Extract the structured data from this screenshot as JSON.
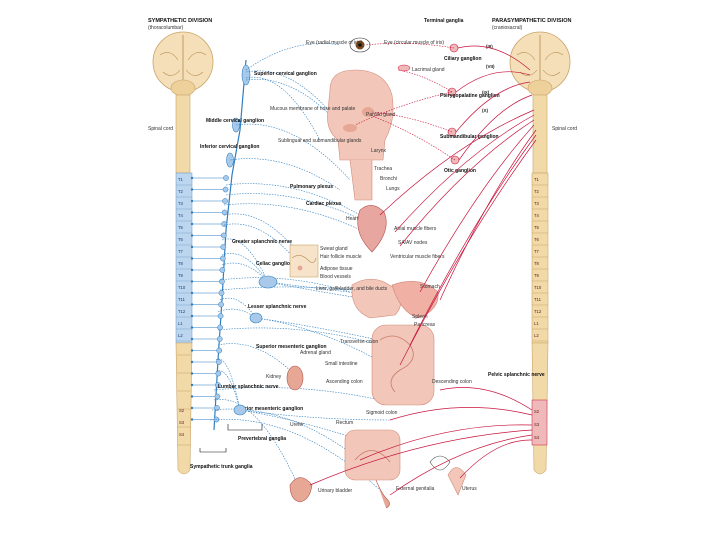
{
  "titles": {
    "symp": "SYMPATHETIC DIVISION",
    "symp_sub": "(thoracolumbar)",
    "para": "PARASYMPATHETIC DIVISION",
    "para_sub": "(craniosacral)"
  },
  "labels": {
    "spinal_cord_left": "Spinal cord",
    "spinal_cord_right": "Spinal cord",
    "sup_cervical": "Superior cervical ganglion",
    "mid_cervical": "Middle cervical ganglion",
    "inf_cervical": "Inferior cervical ganglion",
    "eye": "Eye (radial muscle of iris)",
    "eye2": "Eye (circular muscle of iris)",
    "terminal_ganglia": "Terminal ganglia",
    "ciliary": "Ciliary ganglion",
    "lacrimal": "Lacrimal gland",
    "pterygo": "Pterygopalatine ganglion",
    "submand": "Submandibular ganglion",
    "otic": "Otic ganglion",
    "mucous": "Mucous membrane of nose and palate",
    "parotid": "Parotid gland",
    "sublingual": "Sublingual and submandibular glands",
    "larynx": "Larynx",
    "trachea": "Trachea",
    "bronchi": "Bronchi",
    "lungs": "Lungs",
    "pulm_plexus": "Pulmonary plexus",
    "cardiac_plexus": "Cardiac plexus",
    "heart": "Heart",
    "atrial": "Atrial muscle fibers",
    "sa_av": "SA/AV nodes",
    "ventricular": "Ventricular muscle fibers",
    "greater_splanchnic": "Greater splanchnic nerve",
    "celiac": "Celiac ganglion",
    "sweat": "Sweat gland",
    "hair": "Hair follicle muscle",
    "adipose": "Adipose tissue",
    "blood_vessels": "Blood vessels",
    "liver": "Liver, gallbladder, and bile ducts",
    "stomach": "Stomach",
    "spleen": "Spleen",
    "pancreas": "Pancreas",
    "lesser_splanchnic": "Lesser splanchnic nerve",
    "sup_mesenteric": "Superior mesenteric ganglion",
    "adrenal": "Adrenal gland",
    "kidney": "Kidney",
    "transverse_colon": "Transverse colon",
    "small_int": "Small intestine",
    "ascending": "Ascending colon",
    "descending": "Descending colon",
    "lumbar_splanchnic": "Lumbar splanchnic nerve",
    "inf_mesenteric": "Inferior mesenteric ganglion",
    "prevertebral": "Prevertebral ganglia",
    "sympathetic_trunk": "Sympathetic trunk ganglia",
    "pelvic_splanchnic": "Pelvic splanchnic nerve",
    "sigmoid": "Sigmoid colon",
    "rectum": "Rectum",
    "ureter": "Ureter",
    "urinary": "Urinary bladder",
    "external": "External genitalia",
    "uterus": "Uterus"
  },
  "cranial_nerves": [
    "(III)",
    "(VII)",
    "(IX)",
    "(X)"
  ],
  "left_segments": [
    "T1",
    "T2",
    "T3",
    "T4",
    "T5",
    "T6",
    "T7",
    "T8",
    "T9",
    "T10",
    "T11",
    "T12",
    "L1",
    "L2"
  ],
  "right_segments": [
    "T1",
    "T2",
    "T3",
    "T4",
    "T5",
    "T6",
    "T7",
    "T8",
    "T9",
    "T10",
    "T11",
    "T12",
    "L1",
    "L2"
  ],
  "sacral_segments": [
    "S2",
    "S3",
    "S4"
  ],
  "colors": {
    "sympathetic": "#2f7fc1",
    "parasympathetic": "#c8143c",
    "brain": "#f4dfb8",
    "cord": "#f2d9a8",
    "organ": "#f2c6b8"
  }
}
